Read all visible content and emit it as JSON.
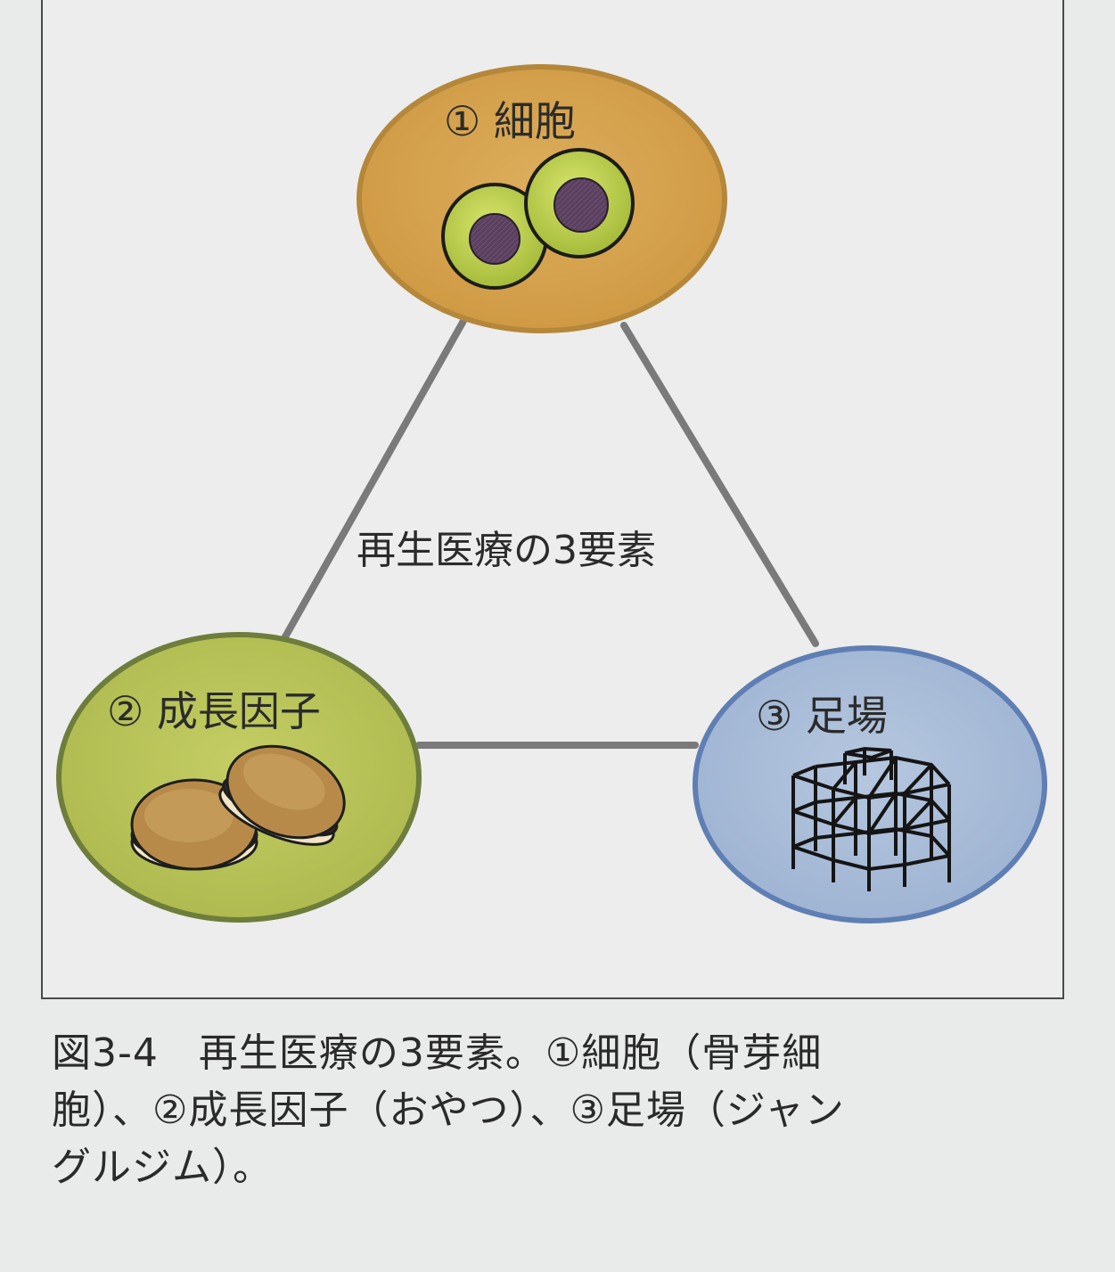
{
  "diagram": {
    "center_label": "再生医療の3要素",
    "nodes": [
      {
        "id": "cell",
        "label": "① 細胞",
        "icon": "cells-icon",
        "fill": "#d7a54e",
        "stroke": "#b5873a"
      },
      {
        "id": "growth-factor",
        "label": "② 成長因子",
        "icon": "dorayaki-icon",
        "fill": "#b8c45a",
        "stroke": "#6e7d3c"
      },
      {
        "id": "scaffold",
        "label": "③ 足場",
        "icon": "jungle-gym-icon",
        "fill": "#a7bbd6",
        "stroke": "#5f7fb4"
      }
    ],
    "edge_color": "#7a7a7a"
  },
  "caption": {
    "line1": "図3-4　再生医療の3要素。①細胞（骨芽細",
    "line2": "胞）、②成長因子（おやつ）、③足場（ジャン",
    "line3": "グルジム）。"
  }
}
